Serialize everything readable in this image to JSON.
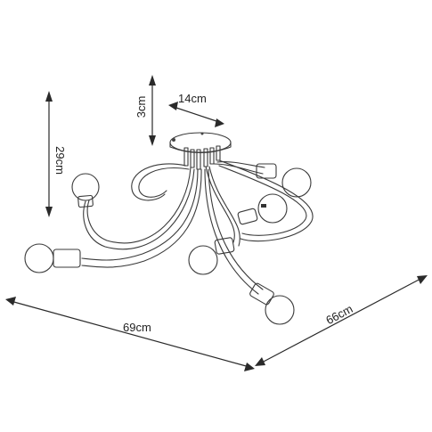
{
  "dimensions": {
    "height_drop": "3cm",
    "canopy_diameter": "14cm",
    "total_height": "29cm",
    "width": "69cm",
    "depth": "66cm"
  }
}
